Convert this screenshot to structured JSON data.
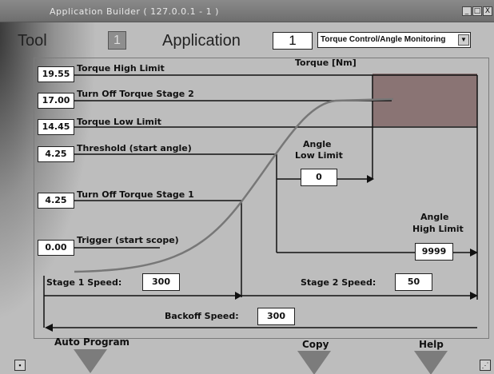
{
  "window": {
    "title": "Application Builder  ( 127.0.0.1 - 1 )",
    "controls": {
      "minimize": "_",
      "maximize": "□",
      "close": "X"
    }
  },
  "header": {
    "tool_label": "Tool",
    "tool_number": "1",
    "application_label": "Application",
    "application_number": "1",
    "mode_selected": "Torque Control/Angle Monitoring",
    "mode_dropdown_icon": "chevron-down-icon"
  },
  "diagram": {
    "torque_axis_label": "Torque [Nm]",
    "params": [
      {
        "key": "torque_high_limit",
        "label": "Torque High Limit",
        "value": "19.55"
      },
      {
        "key": "turn_off_stage2",
        "label": "Turn Off Torque Stage 2",
        "value": "17.00"
      },
      {
        "key": "torque_low_limit",
        "label": "Torque Low Limit",
        "value": "14.45"
      },
      {
        "key": "threshold",
        "label": "Threshold (start angle)",
        "value": "4.25"
      },
      {
        "key": "turn_off_stage1",
        "label": "Turn Off Torque Stage 1",
        "value": "4.25"
      },
      {
        "key": "trigger",
        "label": "Trigger (start scope)",
        "value": "0.00"
      }
    ],
    "angle_low_limit": {
      "label_line1": "Angle",
      "label_line2": "Low Limit",
      "value": "0"
    },
    "angle_high_limit": {
      "label_line1": "Angle",
      "label_line2": "High Limit",
      "value": "9999"
    },
    "stage1_speed": {
      "label": "Stage 1 Speed:",
      "value": "300"
    },
    "stage2_speed": {
      "label": "Stage 2 Speed:",
      "value": "50"
    },
    "backoff_speed": {
      "label": "Backoff Speed:",
      "value": "300"
    }
  },
  "footer": {
    "auto_program": "Auto Program",
    "copy": "Copy",
    "help": "Help"
  },
  "colors": {
    "background": "#bdbdbd",
    "limit_zone": "#8a7474",
    "line": "#111111",
    "curve": "#777777"
  }
}
